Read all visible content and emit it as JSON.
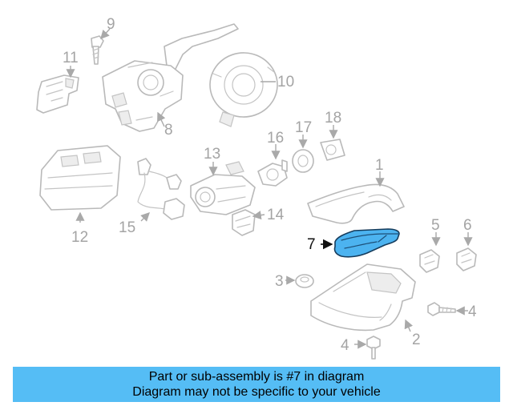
{
  "diagram": {
    "callouts": {
      "c1": "1",
      "c2": "2",
      "c3": "3",
      "c4a": "4",
      "c4b": "4",
      "c5": "5",
      "c6": "6",
      "c7": "7",
      "c8": "8",
      "c9": "9",
      "c10": "10",
      "c11": "11",
      "c12": "12",
      "c13": "13",
      "c14": "14",
      "c15": "15",
      "c16": "16",
      "c17": "17",
      "c18": "18"
    },
    "highlighted_part": "7",
    "highlight_color": "#4cb3f0"
  },
  "banner": {
    "line1": "Part or sub-assembly is #7 in diagram",
    "line2": "Diagram may not be specific to your vehicle",
    "background": "#55bdf5"
  }
}
